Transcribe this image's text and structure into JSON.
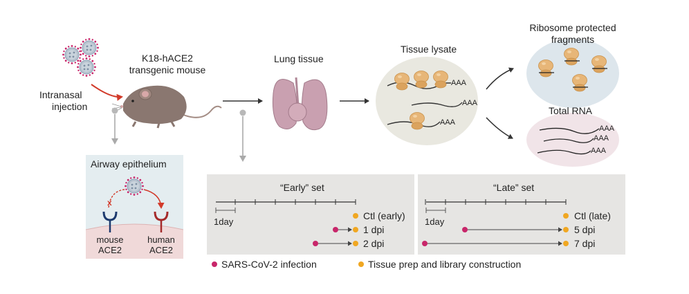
{
  "labels": {
    "injection_line1": "Intranasal",
    "injection_line2": "injection",
    "mouse_line1": "K18-hACE2",
    "mouse_line2": "transgenic mouse",
    "lung": "Lung tissue",
    "lysate": "Tissue lysate",
    "rpf_line1": "Ribosome protected",
    "rpf_line2": "fragments",
    "total_rna": "Total RNA",
    "poly_a": "AAA"
  },
  "airway": {
    "title": "Airway epithelium",
    "x_mark": "x",
    "mouse_line1": "mouse",
    "mouse_line2": "ACE2",
    "human_line1": "human",
    "human_line2": "ACE2"
  },
  "early_set": {
    "title": "“Early” set",
    "scale": "1day",
    "rows": [
      "Ctl (early)",
      "1 dpi",
      "2 dpi"
    ]
  },
  "late_set": {
    "title": "“Late” set",
    "scale": "1day",
    "rows": [
      "Ctl (late)",
      "5 dpi",
      "7 dpi"
    ]
  },
  "legend": {
    "infection": "SARS-CoV-2 infection",
    "prep": "Tissue prep and library construction"
  },
  "colors": {
    "infection_dot": "#c8266a",
    "prep_dot": "#f0a722",
    "red_arrow": "#d23a2a",
    "panel_bg": "#e6e5e3",
    "ellipse_bg": "#e9e8e0",
    "rpf_bg": "#dde6ec",
    "rna_bg": "#f1e4e8",
    "ribosome": "#e7b678",
    "mouse": "#8a7770",
    "lung": "#c9a0b0"
  },
  "icons": [
    "virus-icon",
    "mouse-icon",
    "lung-icon",
    "ribosome-icon",
    "receptor-icon",
    "arrow-icon"
  ]
}
